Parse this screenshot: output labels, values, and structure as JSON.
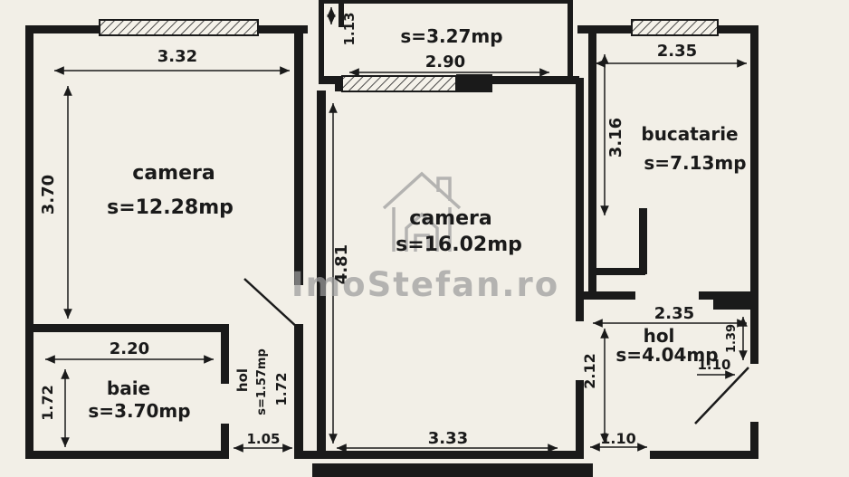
{
  "plan": {
    "watermark": "ImoStefan.ro",
    "colors": {
      "paper": "#f2efe7",
      "ink": "#1a1a1a",
      "watermark_gray": "#9d9d9d"
    },
    "rooms": {
      "camera1": {
        "label": "camera",
        "area": "s=12.28mp"
      },
      "camera2": {
        "label": "camera",
        "area": "s=16.02mp"
      },
      "bucatarie": {
        "label": "bucatarie",
        "area": "s=7.13mp"
      },
      "baie": {
        "label": "baie",
        "area": "s=3.70mp"
      },
      "hol": {
        "label": "hol",
        "area": "s=4.04mp"
      },
      "hol_mic": {
        "label": "hol",
        "area": "s=1.57mp"
      },
      "balcon": {
        "area": "s=3.27mp"
      }
    },
    "dims": {
      "camera1_width": "3.32",
      "camera1_height": "3.70",
      "balcon_depth": "1.13",
      "balcon_width": "2.90",
      "camera2_height": "4.81",
      "camera2_width": "3.33",
      "bucatarie_width": "2.35",
      "bucatarie_height": "3.16",
      "baie_width": "2.20",
      "baie_height": "1.72",
      "hol_width": "2.35",
      "hol_height": "2.12",
      "hol_door": "1.10",
      "hol_niche": "1.39",
      "hol_mic_height": "1.72",
      "hol_mic_width": "1.05",
      "entry_door": "1.10"
    }
  }
}
